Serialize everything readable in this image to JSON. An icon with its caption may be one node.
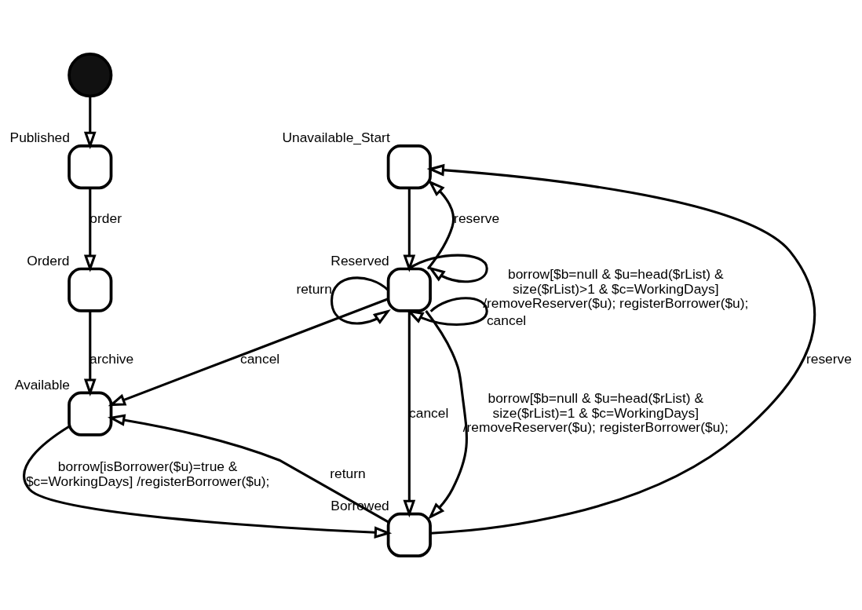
{
  "diagram": {
    "nodes": [
      {
        "text": [],
        "shape": "circle"
      },
      {
        "text": [
          "Published"
        ]
      },
      {
        "text": [
          "Orderd"
        ]
      },
      {
        "text": [
          "Available"
        ]
      },
      {
        "text": [
          "Unavailable_Start"
        ]
      },
      {
        "text": [
          "Reserved"
        ]
      },
      {
        "text": [
          "Borrowed"
        ]
      }
    ],
    "edges": [
      {
        "from": 0,
        "to": 1,
        "arrow": "to"
      },
      {
        "from": 1,
        "to": 2,
        "arrow": "to",
        "label": "order"
      },
      {
        "from": 2,
        "to": 3,
        "arrow": "to",
        "label": "archive"
      },
      {
        "from": 4,
        "to": 5,
        "arrow": "to"
      },
      {
        "from": 5,
        "to": 5,
        "arrow": "to",
        "label": "return"
      },
      {
        "from": 5,
        "to": 5,
        "arrow": "to",
        "label": "borrow[$b=null & $u=head($rList) & size($rList)>1 & $c=WorkingDays] /removeReserver($u); registerBorrower($u);"
      },
      {
        "from": 5,
        "to": 5,
        "arrow": "to",
        "label": "cancel"
      },
      {
        "from": 5,
        "to": 4,
        "arrow": "to",
        "label": "reserve"
      },
      {
        "from": 5,
        "to": 3,
        "arrow": "to",
        "label": "cancel"
      },
      {
        "from": 5,
        "to": 6,
        "arrow": "to",
        "label": "cancel"
      },
      {
        "from": 5,
        "to": 6,
        "arrow": "to",
        "label": "borrow[$b=null & $u=head($rList) & size($rList)=1 & $c=WorkingDays] /removeReserver($u); registerBorrower($u);"
      },
      {
        "from": 6,
        "to": 3,
        "arrow": "to",
        "label": "return"
      },
      {
        "from": 3,
        "to": 6,
        "arrow": "to",
        "label": "borrow[isBorrower($u)=true & $c=WorkingDays] /registerBorrower($u);"
      },
      {
        "from": 6,
        "to": 4,
        "arrow": "to",
        "label": "reserve"
      }
    ]
  }
}
